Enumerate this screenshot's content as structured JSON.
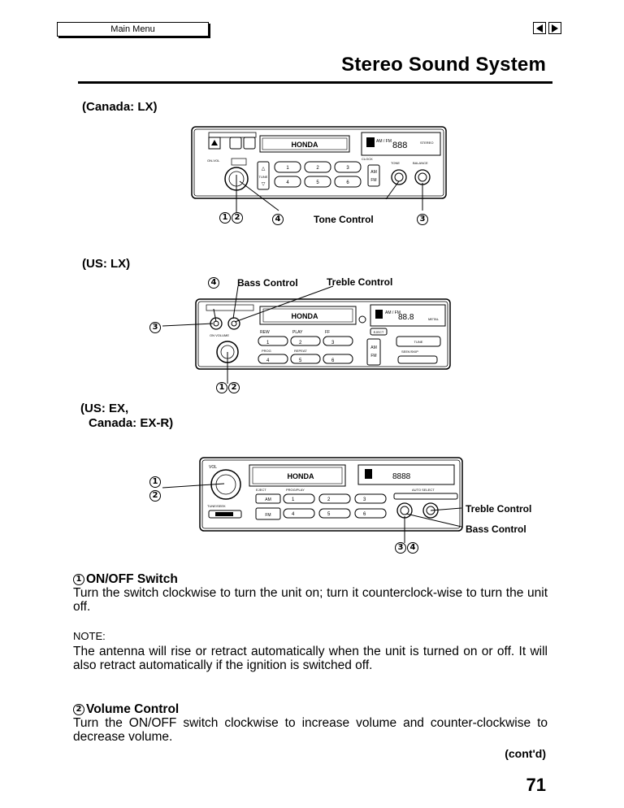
{
  "nav": {
    "main_menu": "Main Menu"
  },
  "page": {
    "title": "Stereo Sound System",
    "number": "71",
    "cont": "(cont'd)"
  },
  "sections": {
    "canada_lx": "(Canada: LX)",
    "us_lx": "(US: LX)",
    "us_ex_line1": "(US: EX,",
    "us_ex_line2": "Canada: EX-R)"
  },
  "callouts": {
    "tone_control": "Tone Control",
    "bass_control": "Bass Control",
    "treble_control": "Treble Control",
    "n1": "1",
    "n2": "2",
    "n3": "3",
    "n4": "4"
  },
  "radio_labels": {
    "brand": "HONDA",
    "am_fm": "AM / FM",
    "stereo": "STEREO",
    "clock": "CLOCK",
    "tone": "TONE",
    "balance": "BALANCE",
    "on_vol": "ON-VOL",
    "on_volume": "ON VOLUME",
    "tune": "TUNE",
    "rew": "REW",
    "play": "PLAY",
    "ff": "FF",
    "prog": "PROG",
    "repeat": "REPEAT",
    "eject": "EJECT",
    "seek_skip": "SEEK/SKIP",
    "metal": "METAL",
    "vol": "VOL",
    "prog_play": "PROG/PLAY",
    "auto_select": "AUTO SELECT",
    "tune_seek": "TUNE/SEEK",
    "am": "AM",
    "fm": "FM",
    "preset_1": "1",
    "preset_2": "2",
    "preset_3": "3",
    "preset_4": "4",
    "preset_5": "5",
    "preset_6": "6"
  },
  "content": {
    "on_off_heading": "ON/OFF Switch",
    "on_off_text": "Turn the switch clockwise to turn the unit on; turn it counterclock-wise to turn the unit off.",
    "note_label": "NOTE:",
    "note_text": "The antenna will rise or retract automatically when the unit is turned on or off. It will also retract automatically if the ignition is switched off.",
    "volume_heading": "Volume Control",
    "volume_text": "Turn the ON/OFF switch clockwise to increase volume and counter-clockwise to decrease volume."
  }
}
